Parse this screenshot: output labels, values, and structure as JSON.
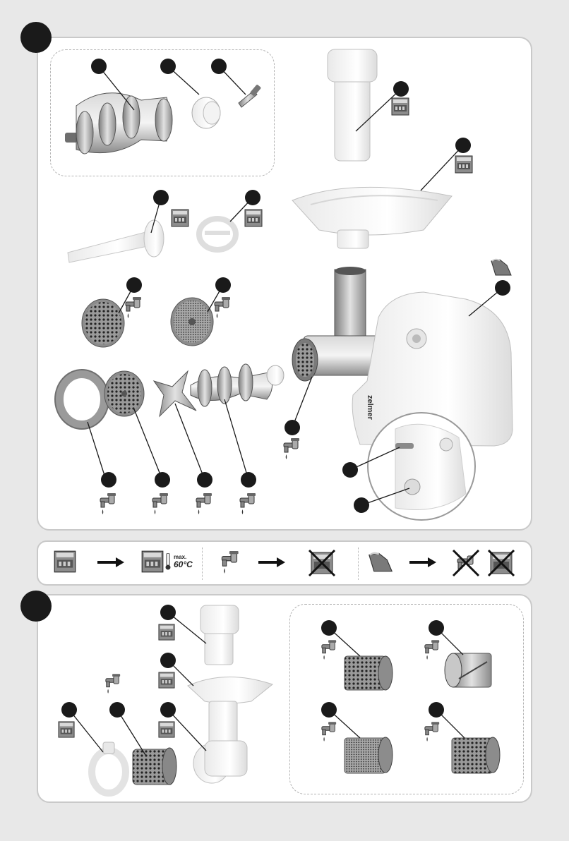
{
  "legend": {
    "max_label": "max.",
    "temp_label": "60°C"
  },
  "device": {
    "brand": "zelmer"
  },
  "icons": {
    "dishwasher": "dishwasher-icon",
    "tap": "water-tap-icon",
    "cloth": "damp-cloth-icon",
    "arrow": "arrow-right-icon",
    "crossed": "crossed-out-icon"
  },
  "colors": {
    "marker": "#1a1a1a",
    "panel_border": "#c9c9c9",
    "background": "#e8e8e8"
  }
}
